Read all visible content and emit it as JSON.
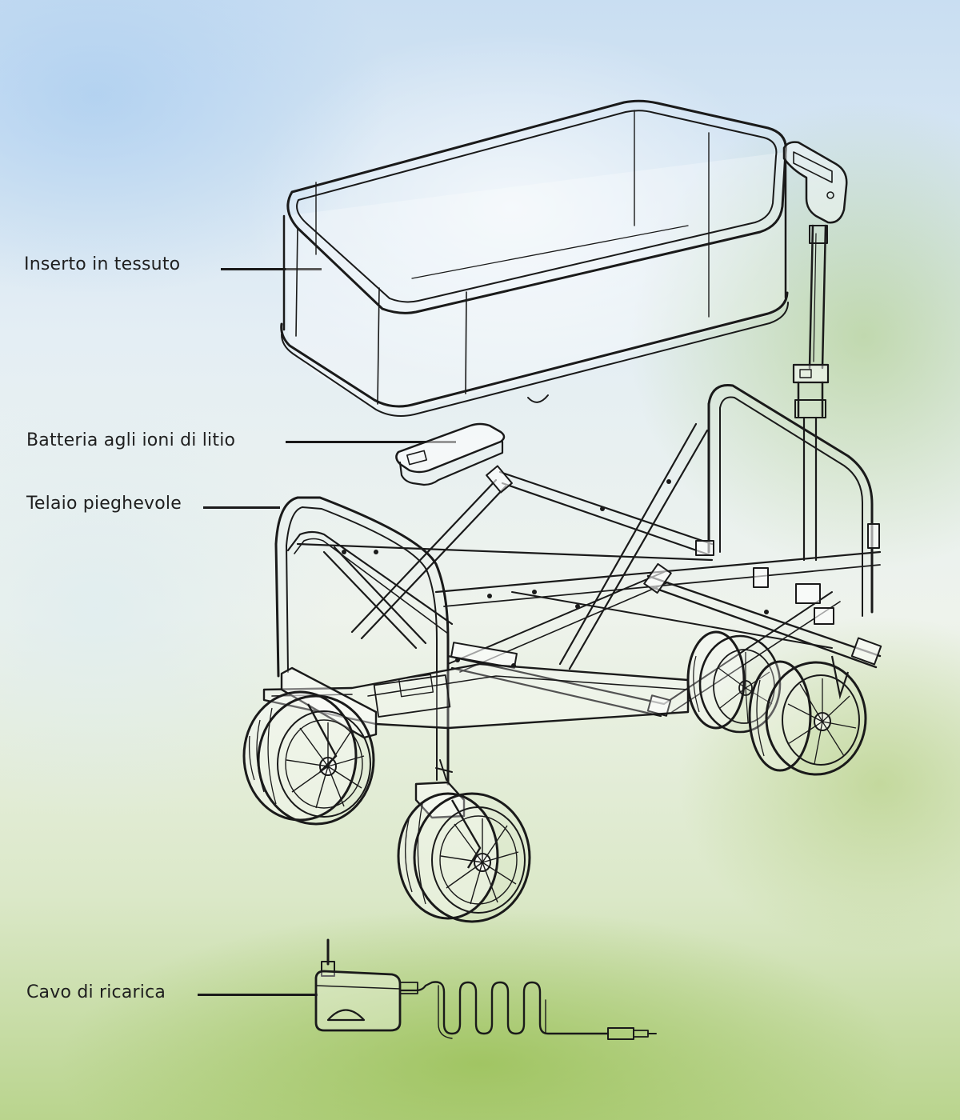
{
  "callouts": {
    "fabric_insert": "Inserto in tessuto",
    "battery": "Batteria agli ioni di litio",
    "folding_frame": "Telaio pieghevole",
    "charging_cable": "Cavo di ricarica"
  },
  "colors": {
    "line_art": "#1a1a1a",
    "label_text": "#1f1f1f"
  }
}
